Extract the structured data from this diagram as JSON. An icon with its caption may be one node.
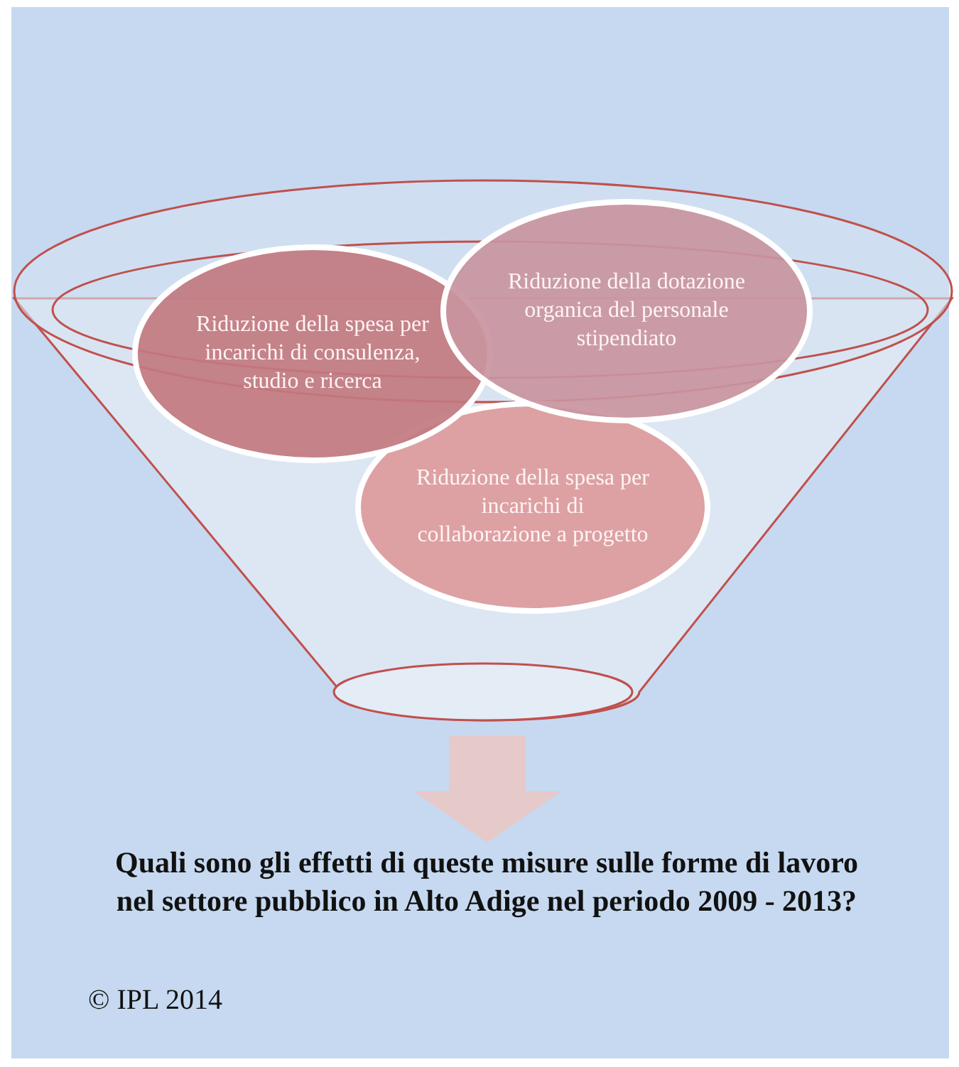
{
  "diagram": {
    "nodes": [
      {
        "text": [],
        "shape": "funnel"
      },
      {
        "text": [
          "Riduzione della spesa per incarichi di consulenza, studio e ricerca"
        ]
      },
      {
        "text": [
          "Riduzione  della dotazione organica del personale stipendiato"
        ]
      },
      {
        "text": [
          "Riduzione della spesa per incarichi di collaborazione a progetto"
        ],
        "in": 0
      },
      {
        "text": [
          "Quali sono gli effetti di queste misure sulle forme di lavoro nel settore pubblico in Alto Adige nel periodo 2009 - 2013?"
        ]
      }
    ],
    "edges": [
      {
        "from": 0,
        "to": 4,
        "arrow": "to"
      }
    ],
    "labels": [
      "© IPL 2014"
    ]
  }
}
